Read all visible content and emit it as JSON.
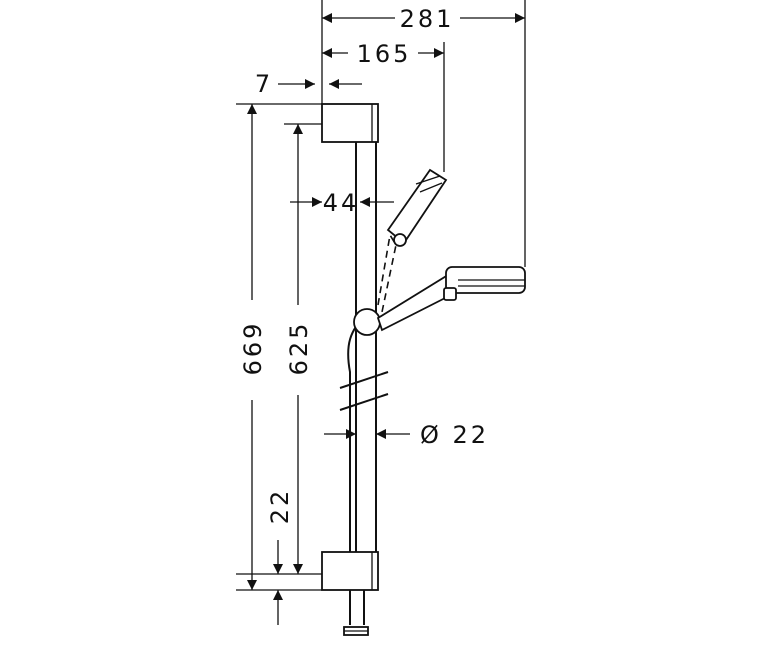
{
  "dimensions": {
    "overall_width": "281",
    "handshower_offset": "165",
    "wall_offset": "7",
    "holder_gap": "44",
    "overall_height": "669",
    "bar_length": "625",
    "bottom_offset": "22",
    "bar_diameter": "Ø 22"
  }
}
